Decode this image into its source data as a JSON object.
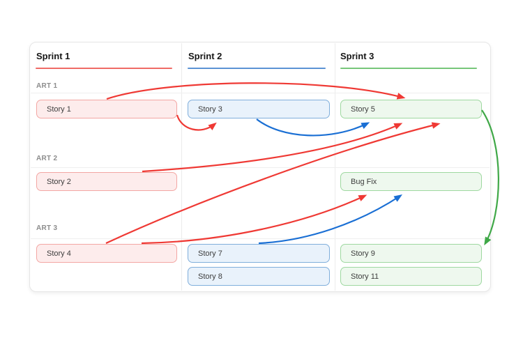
{
  "board": {
    "sprints": [
      {
        "label": "Sprint 1",
        "accent": "#ef6b66"
      },
      {
        "label": "Sprint 2",
        "accent": "#5b92d4"
      },
      {
        "label": "Sprint 3",
        "accent": "#77c67a"
      }
    ],
    "arts": [
      {
        "label": "ART 1"
      },
      {
        "label": "ART 2"
      },
      {
        "label": "ART 3"
      }
    ],
    "cards": [
      {
        "label": "Story 1",
        "type": "red",
        "sprint": "Sprint 1",
        "art": "ART 1"
      },
      {
        "label": "Story 3",
        "type": "blue",
        "sprint": "Sprint 2",
        "art": "ART 1"
      },
      {
        "label": "Story 5",
        "type": "green",
        "sprint": "Sprint 3",
        "art": "ART 1"
      },
      {
        "label": "Story 2",
        "type": "red",
        "sprint": "Sprint 1",
        "art": "ART 2"
      },
      {
        "label": "Bug Fix",
        "type": "green",
        "sprint": "Sprint 3",
        "art": "ART 2"
      },
      {
        "label": "Story 4",
        "type": "red",
        "sprint": "Sprint 1",
        "art": "ART 3"
      },
      {
        "label": "Story 7",
        "type": "blue",
        "sprint": "Sprint 2",
        "art": "ART 3"
      },
      {
        "label": "Story 8",
        "type": "blue",
        "sprint": "Sprint 2",
        "art": "ART 3"
      },
      {
        "label": "Story 9",
        "type": "green",
        "sprint": "Sprint 3",
        "art": "ART 3"
      },
      {
        "label": "Story 11",
        "type": "green",
        "sprint": "Sprint 3",
        "art": "ART 3"
      }
    ],
    "dependencies": [
      {
        "from": "Story 1",
        "to": "Story 5",
        "color": "#ef3934"
      },
      {
        "from": "Story 1",
        "to": "Story 3",
        "color": "#ef3934"
      },
      {
        "from": "Story 3",
        "to": "Story 5",
        "color": "#1a6fd4"
      },
      {
        "from": "Story 2",
        "to": "Story 5",
        "color": "#ef3934"
      },
      {
        "from": "Story 4",
        "to": "Story 5",
        "color": "#ef3934"
      },
      {
        "from": "Story 4",
        "to": "Bug Fix",
        "color": "#ef3934"
      },
      {
        "from": "Story 7",
        "to": "Bug Fix",
        "color": "#1a6fd4"
      },
      {
        "from": "Story 5",
        "to": "Story 9",
        "color": "#3fa847"
      }
    ],
    "colors": {
      "red_line": "#ef3934",
      "blue_line": "#1a6fd4",
      "green_line": "#3fa847",
      "red_card_bg": "#fdecec",
      "red_card_border": "#f3a6a3",
      "blue_card_bg": "#e9f2fb",
      "blue_card_border": "#7faedb",
      "green_card_bg": "#eef8ee",
      "green_card_border": "#9ed8a0"
    }
  }
}
